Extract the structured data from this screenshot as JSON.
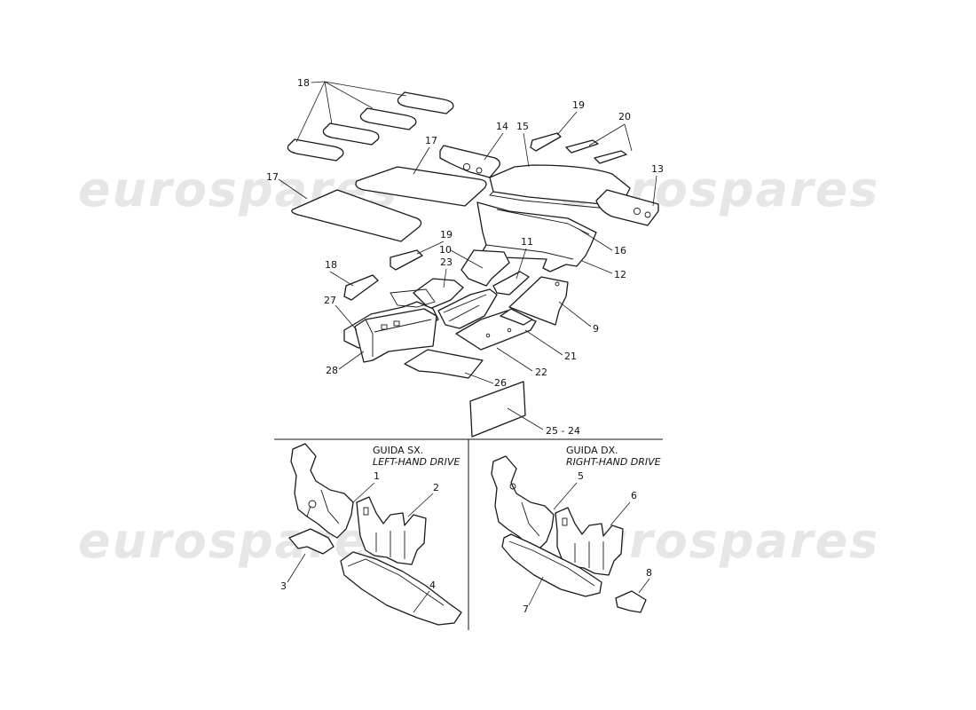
{
  "watermark": {
    "text": "eurospares"
  },
  "captions": {
    "left": {
      "line1": "GUIDA SX.",
      "line2": "LEFT-HAND DRIVE"
    },
    "right": {
      "line1": "GUIDA DX.",
      "line2": "RIGHT-HAND DRIVE"
    }
  },
  "callouts": {
    "c18a": "18",
    "c19a": "19",
    "c20": "20",
    "c14": "14",
    "c15": "15",
    "c17a": "17",
    "c17b": "17",
    "c13": "13",
    "c16": "16",
    "c12": "12",
    "c19b": "19",
    "c10": "10",
    "c11": "11",
    "c23": "23",
    "c18b": "18",
    "c27": "27",
    "c9": "9",
    "c21": "21",
    "c22": "22",
    "c28": "28",
    "c26": "26",
    "c2524": "25 - 24",
    "c1": "1",
    "c2": "2",
    "c3": "3",
    "c4": "4",
    "c5": "5",
    "c6": "6",
    "c7": "7",
    "c8": "8"
  }
}
